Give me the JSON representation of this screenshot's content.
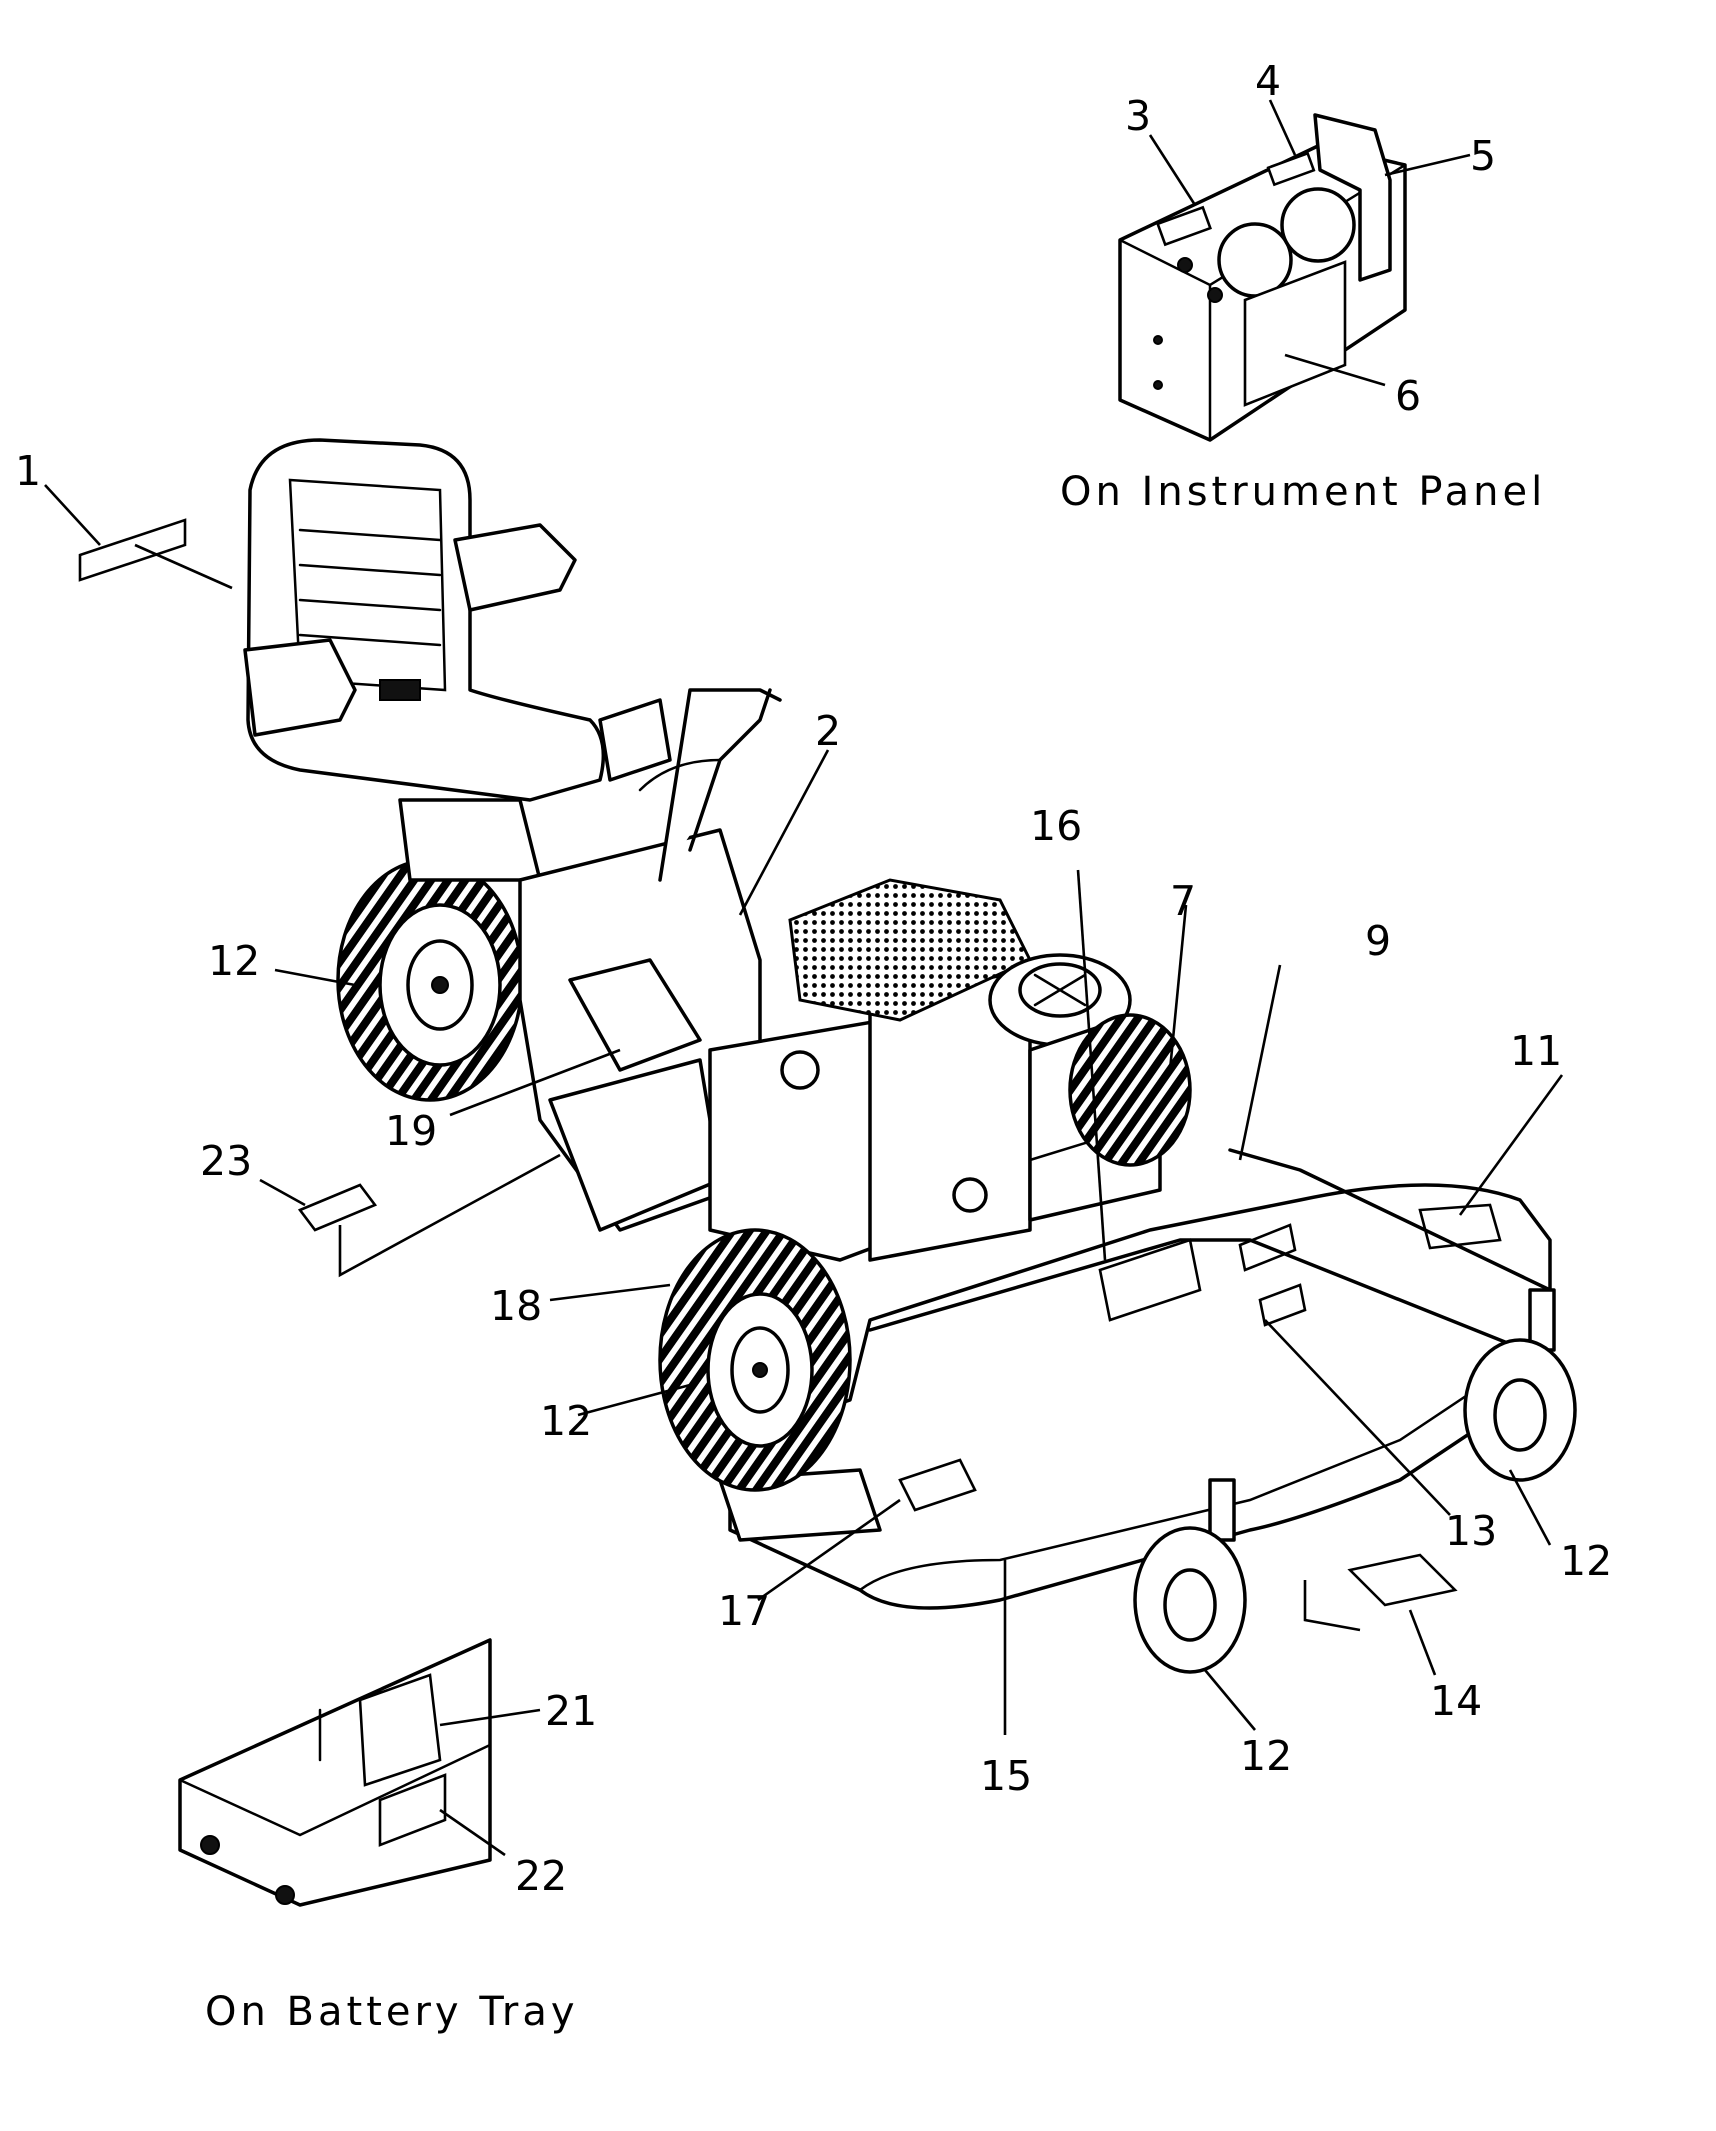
{
  "callouts": {
    "c1": "1",
    "c2": "2",
    "c3": "3",
    "c4": "4",
    "c5": "5",
    "c6": "6",
    "c7": "7",
    "c9": "9",
    "c11": "11",
    "c12a": "12",
    "c12b": "12",
    "c12c": "12",
    "c12d": "12",
    "c13": "13",
    "c14": "14",
    "c15": "15",
    "c16": "16",
    "c17": "17",
    "c18": "18",
    "c19": "19",
    "c21": "21",
    "c22": "22",
    "c23": "23"
  },
  "captions": {
    "instrument_panel": "On Instrument Panel",
    "battery_tray": "On Battery Tray"
  }
}
